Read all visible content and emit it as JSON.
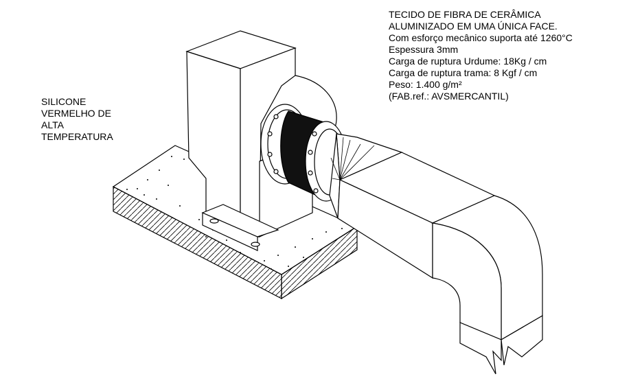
{
  "labels": {
    "left": [
      "SILICONE",
      "VERMELHO DE",
      "ALTA",
      "TEMPERATURA"
    ],
    "right": [
      "TECIDO DE FIBRA DE CERÂMICA",
      "ALUMINIZADO EM UMA ÚNICA FACE.",
      "Com esforço mecânico suporta até 1260°C",
      "Espessura 3mm",
      "Carga de ruptura Urdume: 18Kg / cm",
      "Carga de ruptura trama: 8 Kgf / cm",
      "Peso: 1.400 g/m²",
      "(FAB.ref.: AVSMERCANTIL)"
    ]
  },
  "colors": {
    "line": "#000000",
    "background": "#ffffff",
    "joint": "#111111"
  }
}
